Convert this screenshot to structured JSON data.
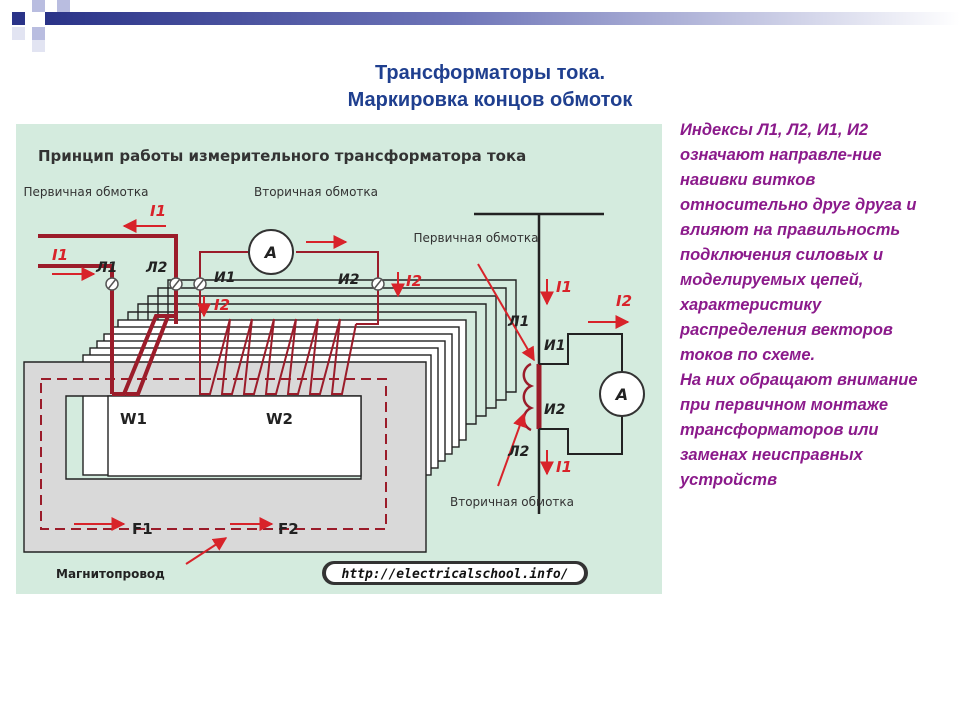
{
  "slide": {
    "title_line1": "Трансформаторы тока.",
    "title_line2": "Маркировка концов обмоток",
    "side_paragraph1": "Индексы Л1, Л2, И1, И2 означают направле-ние навивки витков относительно друг друга и влияют на правильность подключения силовых и моделируемых цепей, характеристику распределения векторов токов по схеме.",
    "side_paragraph2": "На них обращают внимание при первичном монтаже трансформаторов или заменах неисправных устройств"
  },
  "diagram": {
    "heading": "Принцип работы измерительного трансформатора тока",
    "primary_winding": "Первичная обмотка",
    "secondary_winding": "Вторичная обмотка",
    "i1": "I1",
    "i2": "I2",
    "l1": "Л1",
    "l2": "Л2",
    "u1": "И1",
    "u2": "И2",
    "ammeter": "A",
    "w1": "W1",
    "w2": "W2",
    "f1": "F1",
    "f2": "F2",
    "core": "Магнитопровод",
    "url": "http://electricalschool.info/",
    "colors": {
      "background": "#d4ebde",
      "wire": "#9b1c2a",
      "arrow": "#d8232a",
      "core_fill": "#d9d9d9"
    }
  }
}
